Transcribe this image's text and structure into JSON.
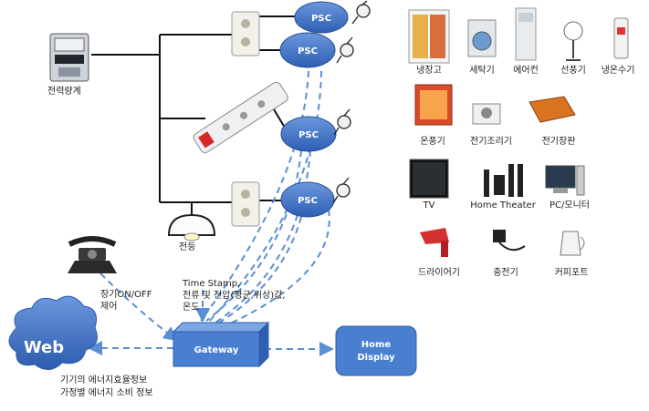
{
  "meter": {
    "label": "전력량계"
  },
  "lamp": {
    "label": "전등"
  },
  "psc_nodes": [
    {
      "label": "PSC"
    },
    {
      "label": "PSC"
    },
    {
      "label": "PSC"
    },
    {
      "label": "PSC"
    }
  ],
  "gateway": {
    "label": "Gateway"
  },
  "home_display": {
    "label_line1": "Home",
    "label_line2": "Display"
  },
  "web": {
    "label": "Web"
  },
  "annotations": {
    "phone_line1": "장기ON/OFF",
    "phone_line2": "제어",
    "measure_line1": "Time Stamp,",
    "measure_line2": "전류 및 전압(평균,위상)값,",
    "measure_line3": "온도",
    "web_line1": "기기의 에너지효율정보",
    "web_line2": "가정별 에너지 소비 정보"
  },
  "appliances": [
    {
      "icon": "refrigerator-icon",
      "label": "냉장고"
    },
    {
      "icon": "washing-machine-icon",
      "label": "세탁기"
    },
    {
      "icon": "air-conditioner-icon",
      "label": "에어컨"
    },
    {
      "icon": "fan-icon",
      "label": "선풍기"
    },
    {
      "icon": "water-heater-icon",
      "label": "냉온수기"
    },
    {
      "icon": "heater-icon",
      "label": "온풍기"
    },
    {
      "icon": "cooktop-icon",
      "label": "전기조리기"
    },
    {
      "icon": "electric-mat-icon",
      "label": "전기장판"
    },
    {
      "icon": "tv-icon",
      "label": "TV"
    },
    {
      "icon": "home-theater-icon",
      "label": "Home Theater"
    },
    {
      "icon": "pc-monitor-icon",
      "label": "PC/모니터"
    },
    {
      "icon": "hair-dryer-icon",
      "label": "드라이어기"
    },
    {
      "icon": "charger-icon",
      "label": "충전기"
    },
    {
      "icon": "coffee-pot-icon",
      "label": "커피포트"
    }
  ],
  "colors": {
    "psc_fill": "#3b6fc4",
    "box_fill": "#4a7fd0",
    "dash": "#5b8fd4",
    "wire": "#111111"
  }
}
